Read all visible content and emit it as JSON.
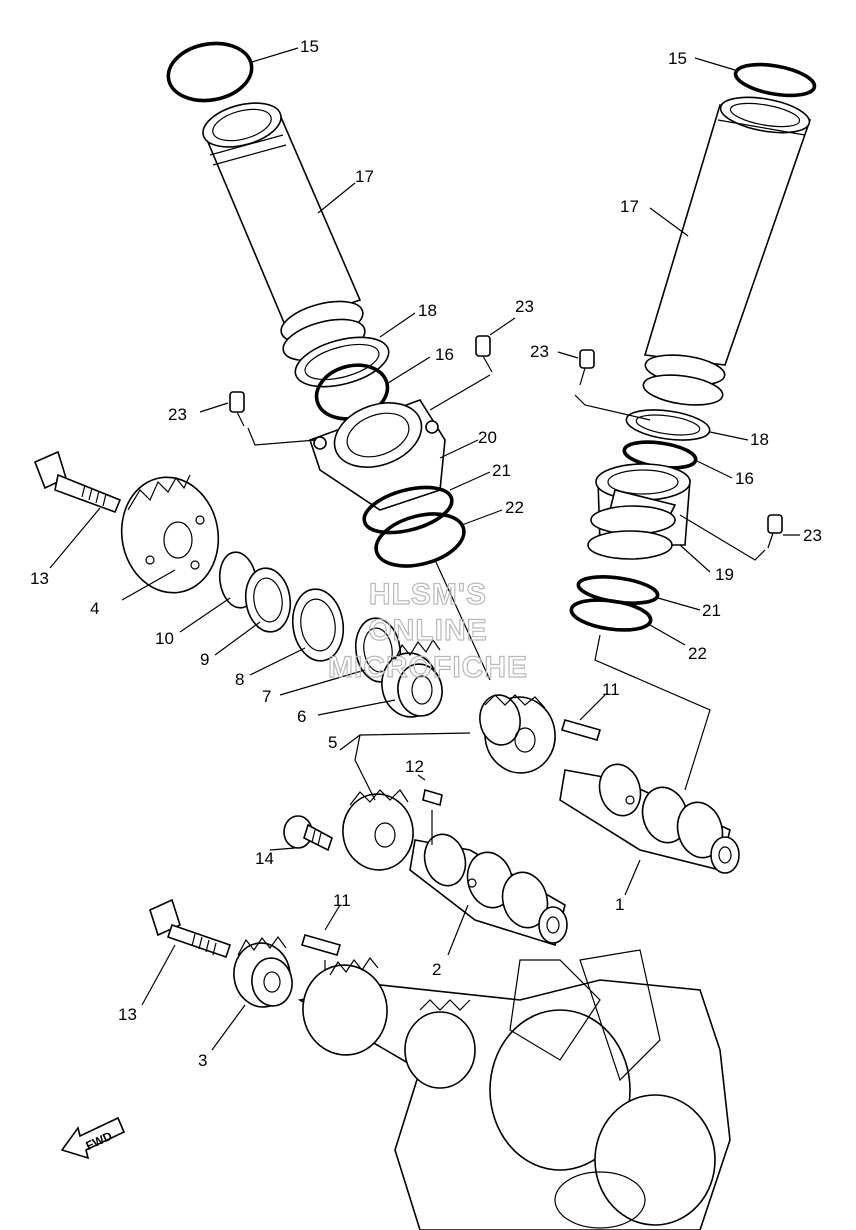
{
  "watermark": {
    "lines": [
      "HLSM'S",
      "ONLINE",
      "MICROFICHE"
    ]
  },
  "fwd_label": "FWD",
  "callouts": {
    "c15_left": "15",
    "c15_right": "15",
    "c17_left": "17",
    "c17_right": "17",
    "c18_left": "18",
    "c18_right": "18",
    "c16_left": "16",
    "c16_right": "16",
    "c23_top": "23",
    "c23_left": "23",
    "c23_mid": "23",
    "c23_right": "23",
    "c20": "20",
    "c21_left": "21",
    "c21_right": "21",
    "c22_left": "22",
    "c22_right": "22",
    "c19": "19",
    "c13_top": "13",
    "c13_bottom": "13",
    "c4": "4",
    "c10": "10",
    "c9": "9",
    "c8": "8",
    "c7": "7",
    "c6": "6",
    "c5": "5",
    "c11_top": "11",
    "c11_bottom": "11",
    "c12": "12",
    "c14": "14",
    "c1": "1",
    "c2": "2",
    "c3": "3"
  }
}
